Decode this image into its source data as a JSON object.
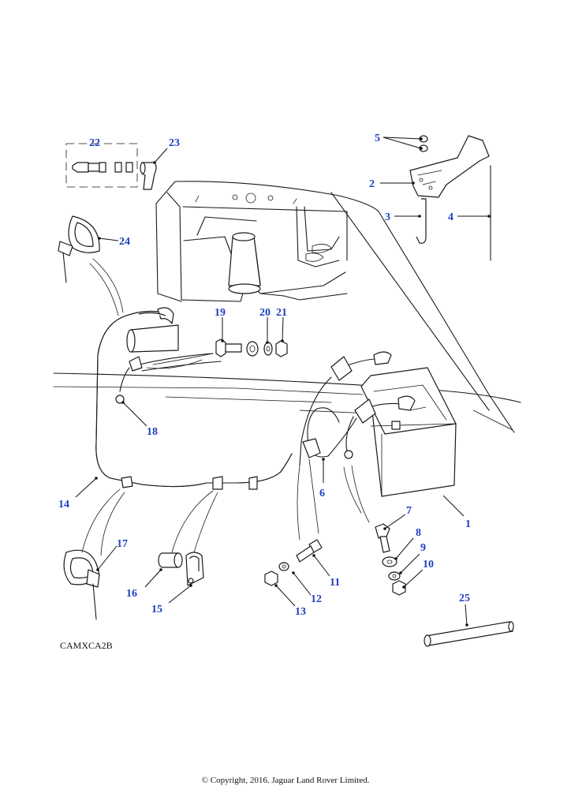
{
  "diagram": {
    "reference_code": "CAMXCA2B",
    "copyright": "© Copyright, 2016. Jaguar Land Rover Limited.",
    "callouts": [
      "1",
      "2",
      "3",
      "4",
      "5",
      "6",
      "7",
      "8",
      "9",
      "10",
      "11",
      "12",
      "13",
      "14",
      "15",
      "16",
      "17",
      "18",
      "19",
      "20",
      "21",
      "22",
      "23",
      "24",
      "25"
    ],
    "colors": {
      "callout": "#1f3fbf",
      "line": "#1a1a1a",
      "background": "#ffffff"
    }
  }
}
